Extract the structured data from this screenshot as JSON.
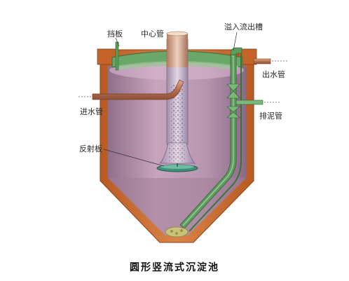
{
  "labels": {
    "baffle": "挡板",
    "center_pipe": "中心管",
    "overflow_trough": "溢入流出槽",
    "outlet_pipe": "出水管",
    "inlet_pipe": "进水管",
    "sludge_pipe": "排泥管",
    "reflector_plate": "反射板"
  },
  "caption": "圆形竖流式沉淀池",
  "colors": {
    "wall": "#c86a2e",
    "interior": "#b48aa9",
    "pipe": "#c9876a",
    "center_pipe": "#c8b4c8",
    "green": "#4e8c4e",
    "reflector": "#3f8f7a",
    "sludge": "#c9c27a"
  }
}
